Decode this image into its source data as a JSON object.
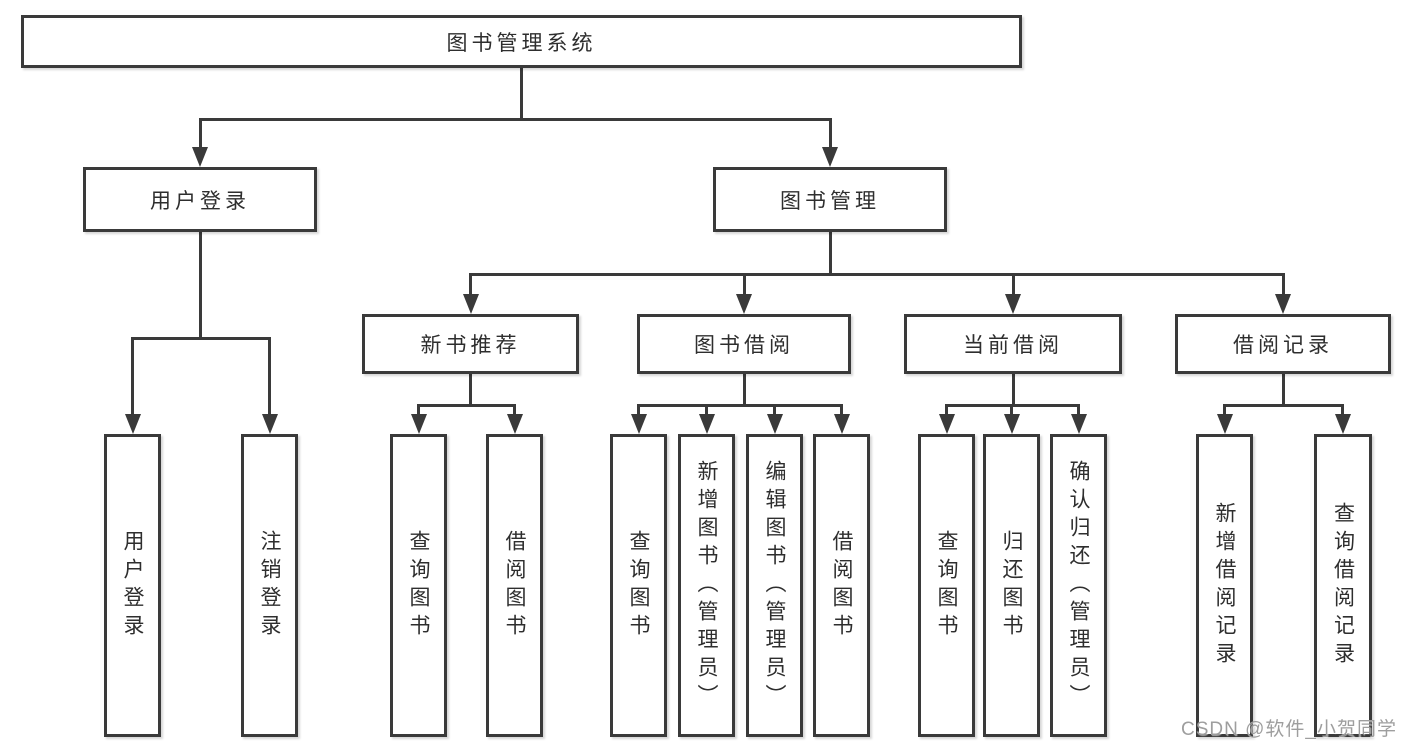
{
  "diagram": {
    "root": {
      "label": "图书管理系统"
    },
    "branches": [
      {
        "label": "用户登录",
        "children": [
          {
            "label": "用户登录"
          },
          {
            "label": "注销登录"
          }
        ]
      },
      {
        "label": "图书管理",
        "children": [
          {
            "label": "新书推荐",
            "children": [
              {
                "label": "查询图书"
              },
              {
                "label": "借阅图书"
              }
            ]
          },
          {
            "label": "图书借阅",
            "children": [
              {
                "label": "查询图书"
              },
              {
                "label": "新增图书（管理员）"
              },
              {
                "label": "编辑图书（管理员）"
              },
              {
                "label": "借阅图书"
              }
            ]
          },
          {
            "label": "当前借阅",
            "children": [
              {
                "label": "查询图书"
              },
              {
                "label": "归还图书"
              },
              {
                "label": "确认归还（管理员）"
              }
            ]
          },
          {
            "label": "借阅记录",
            "children": [
              {
                "label": "新增借阅记录"
              },
              {
                "label": "查询借阅记录"
              }
            ]
          }
        ]
      }
    ]
  },
  "colors": {
    "line": "#3a3a3a",
    "box_border": "#3a3a3a",
    "text": "#2e2e2e",
    "watermark_text": "#9e9e9e",
    "background": "#ffffff"
  },
  "watermark": "CSDN @软件_小贺同学"
}
